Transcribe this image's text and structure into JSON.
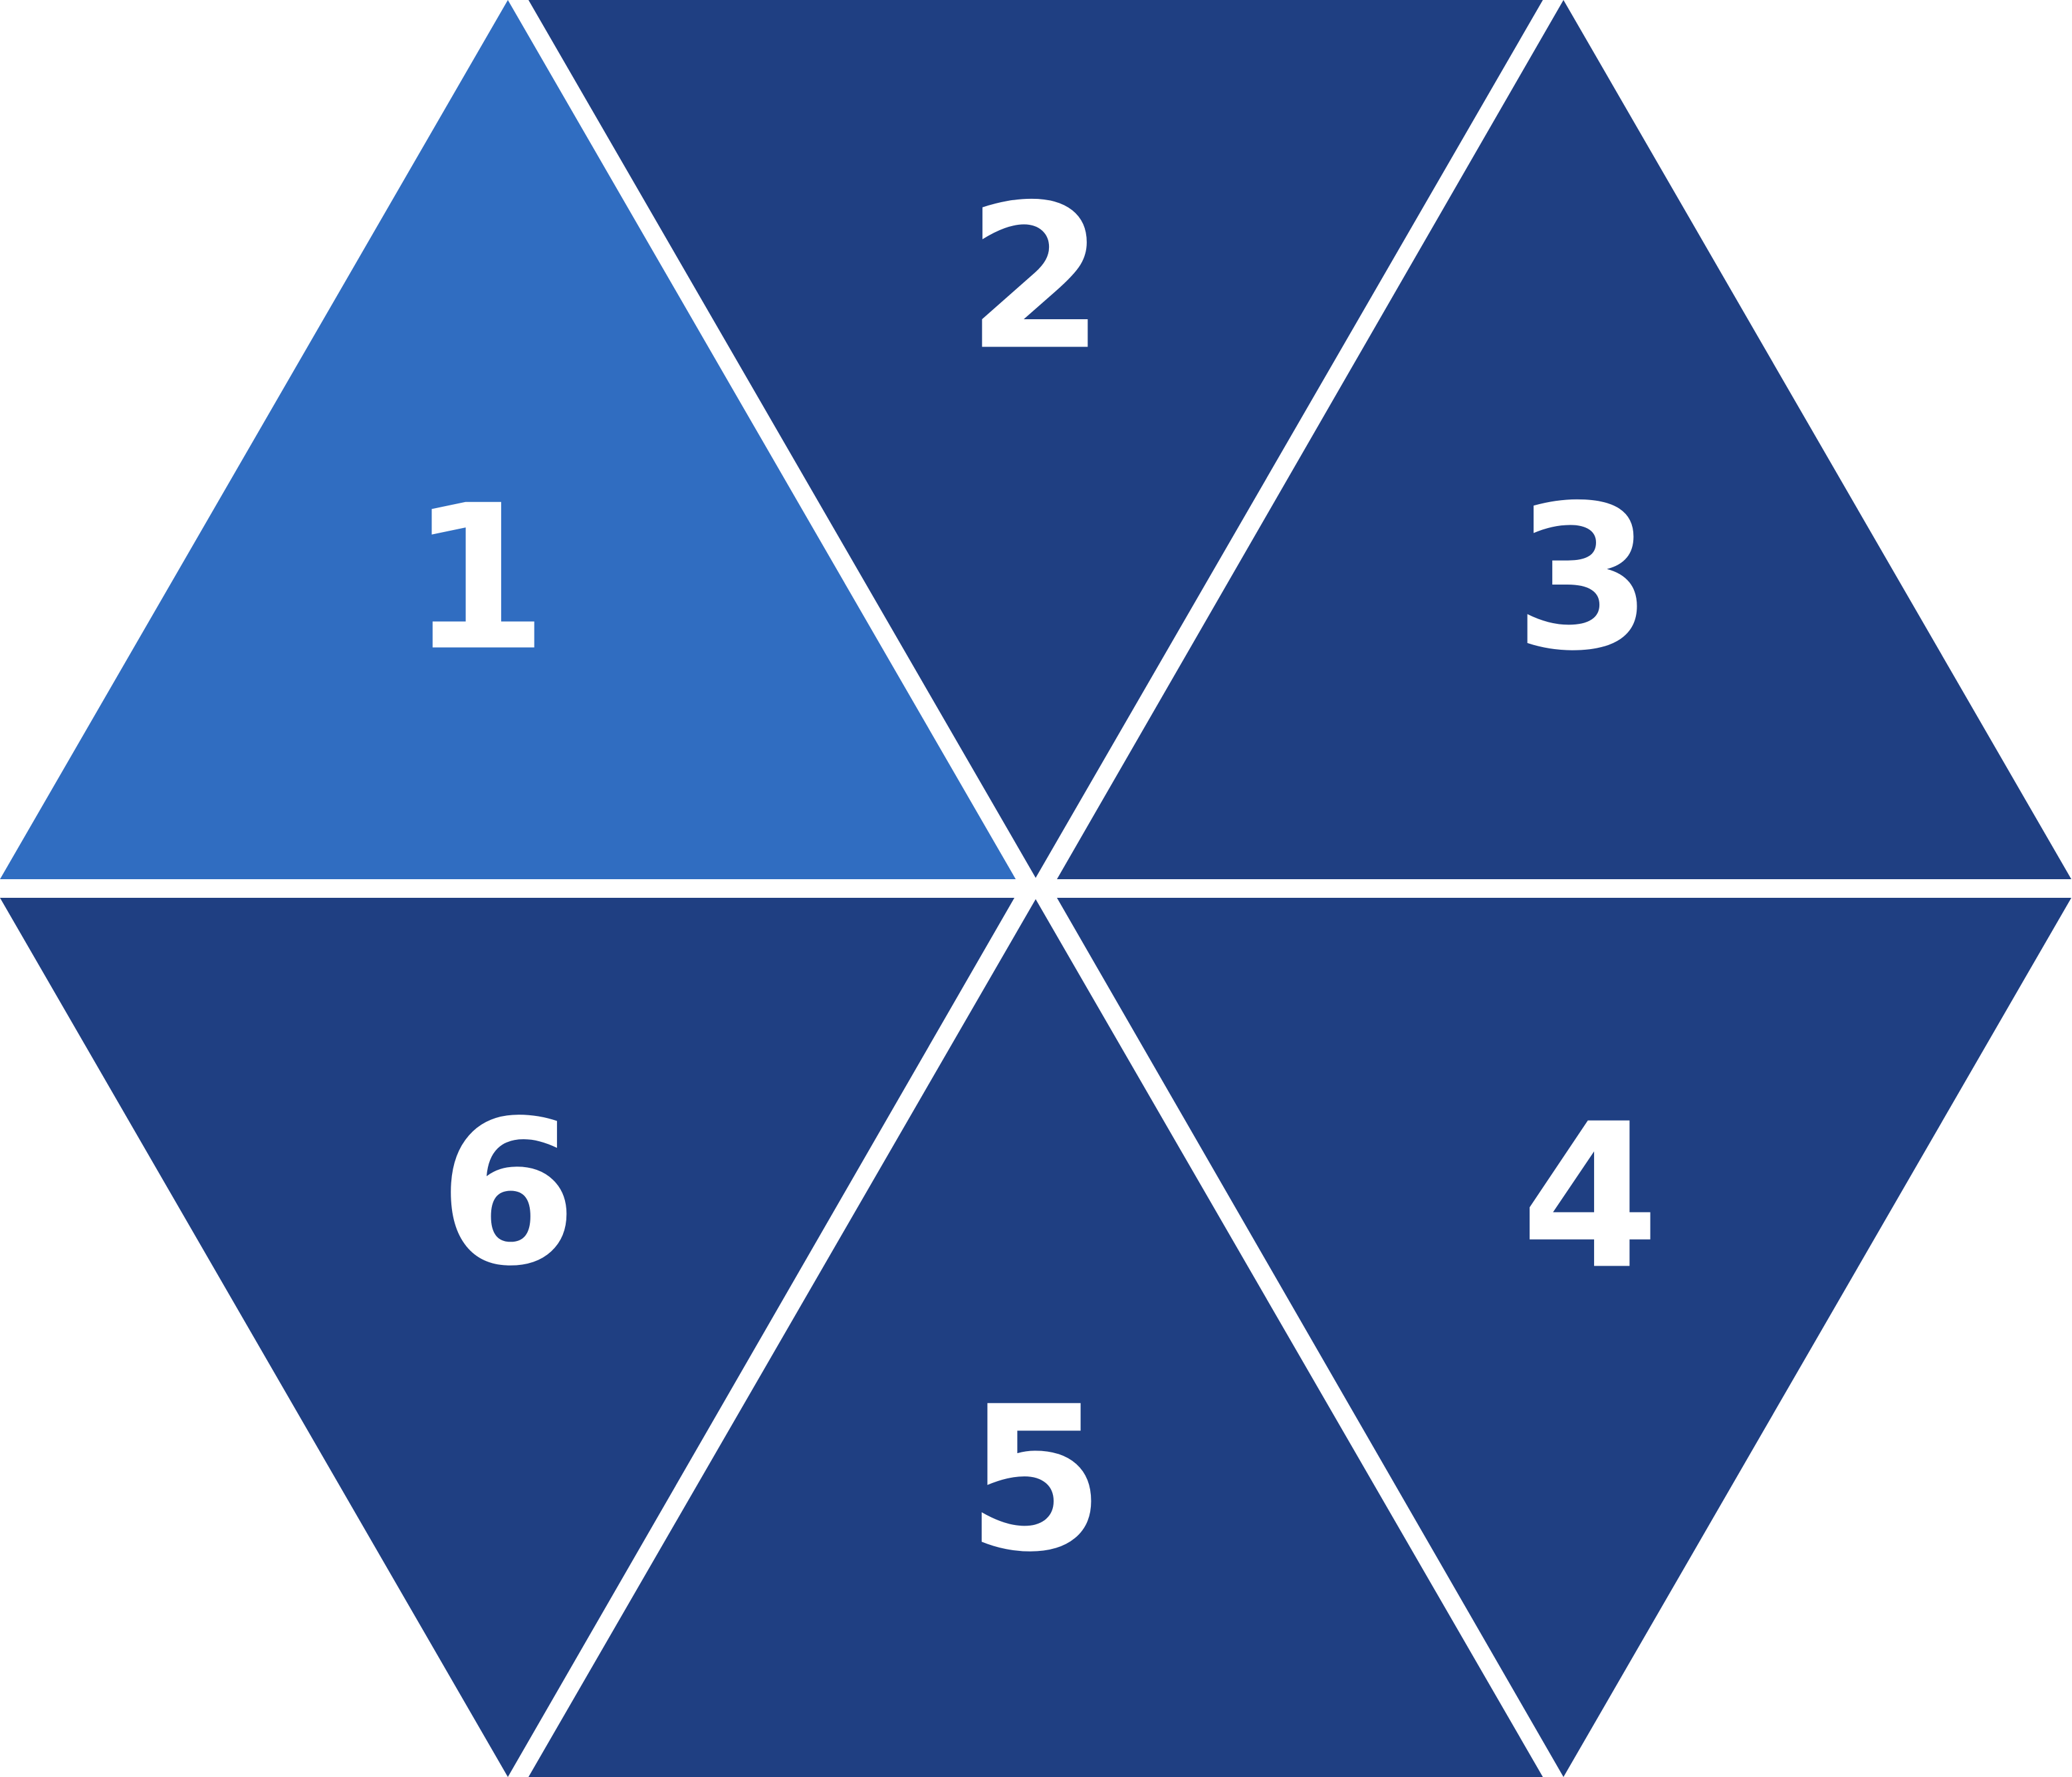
{
  "diagram": {
    "colors": {
      "background": "#ffffff",
      "segment": "#1f3f82",
      "highlight": "#306dc1",
      "label": "#ffffff"
    },
    "segments": [
      {
        "label": "1",
        "highlighted": true
      },
      {
        "label": "2",
        "highlighted": false
      },
      {
        "label": "3",
        "highlighted": false
      },
      {
        "label": "4",
        "highlighted": false
      },
      {
        "label": "5",
        "highlighted": false
      },
      {
        "label": "6",
        "highlighted": false
      }
    ]
  }
}
